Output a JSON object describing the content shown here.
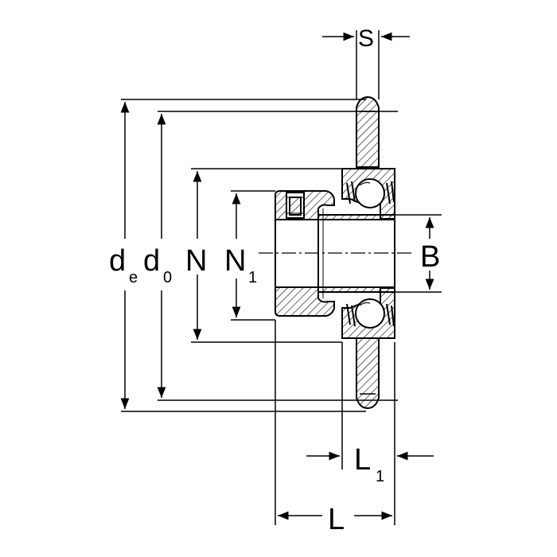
{
  "diagram": {
    "labels": {
      "de": "d",
      "de_sub": "e",
      "d0": "d",
      "d0_sub": "0",
      "N": "N",
      "N1": "N",
      "N1_sub": "1",
      "B": "B",
      "S": "S",
      "L1": "L",
      "L1_sub": "1",
      "L": "L"
    }
  }
}
